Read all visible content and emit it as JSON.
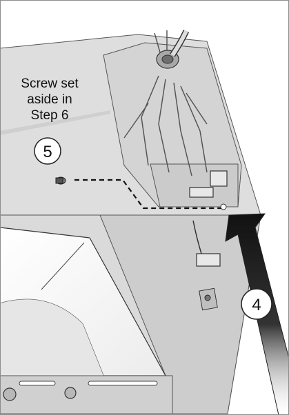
{
  "caption": {
    "line1": "Screw set",
    "line2": "aside in",
    "line3": "Step 6"
  },
  "callouts": {
    "step5": "5",
    "step4": "4"
  },
  "colors": {
    "panel": "#dedede",
    "panel_dark": "#c9c9c9",
    "shadow": "#b5b5b5",
    "line": "#333333",
    "arrow": "#1a1a1a"
  },
  "icons": [
    "screw-icon",
    "harness-connector-icon",
    "grommet-icon",
    "pointer-arrow-icon"
  ]
}
